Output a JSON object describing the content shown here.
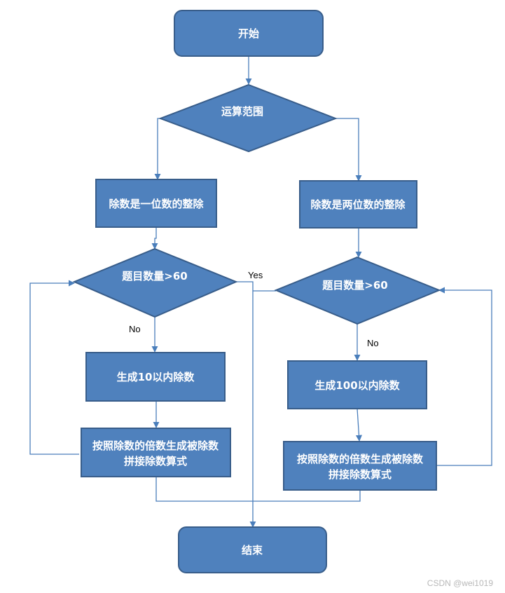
{
  "colors": {
    "node_fill": "#4f81bd",
    "node_stroke": "#385d8a",
    "edge": "#4a7ebb",
    "text": "#ffffff"
  },
  "nodes": {
    "start": "开始",
    "range": "运算范围",
    "left_divisor": "除数是一位数的整除",
    "right_divisor": "除数是两位数的整除",
    "left_count": "题目数量>60",
    "right_count": "题目数量>60",
    "left_generate": "生成10以内除数",
    "right_generate": "生成100以内除数",
    "left_build": [
      "按照除数的倍数生成被除数",
      "拼接除数算式"
    ],
    "right_build": [
      "按照除数的倍数生成被除数",
      "拼接除数算式"
    ],
    "end": "结束"
  },
  "edge_labels": {
    "yes": "Yes",
    "no_left": "No",
    "no_right": "No"
  },
  "watermark": "CSDN @wei1019"
}
